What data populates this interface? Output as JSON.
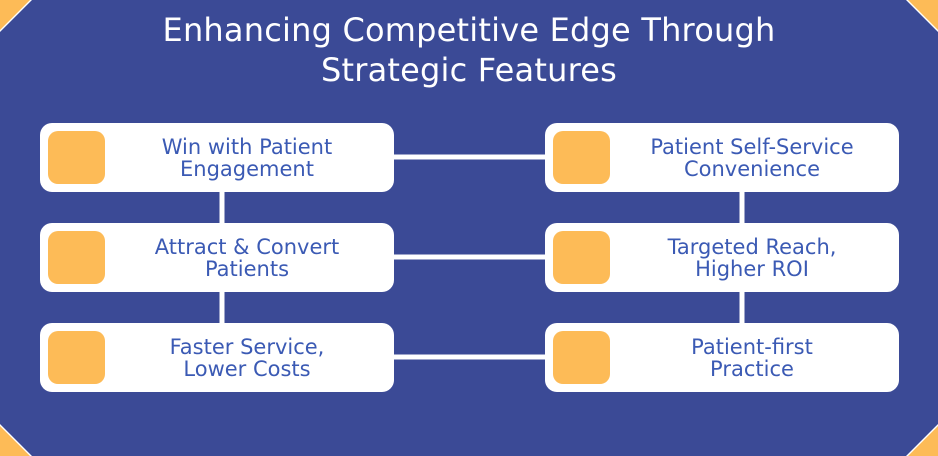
{
  "title": {
    "line1": "Enhancing Competitive Edge Through",
    "line2": "Strategic Features"
  },
  "features": {
    "left": [
      "Win with Patient\nEngagement",
      "Attract & Convert\nPatients",
      "Faster Service,\nLower Costs"
    ],
    "right": [
      "Patient Self-Service\nConvenience",
      "Targeted Reach,\nHigher ROI",
      "Patient-first\nPractice"
    ]
  },
  "colors": {
    "background": "#3b4a96",
    "accent": "#fdbb57",
    "card": "#ffffff",
    "text": "#3b5ab4"
  }
}
